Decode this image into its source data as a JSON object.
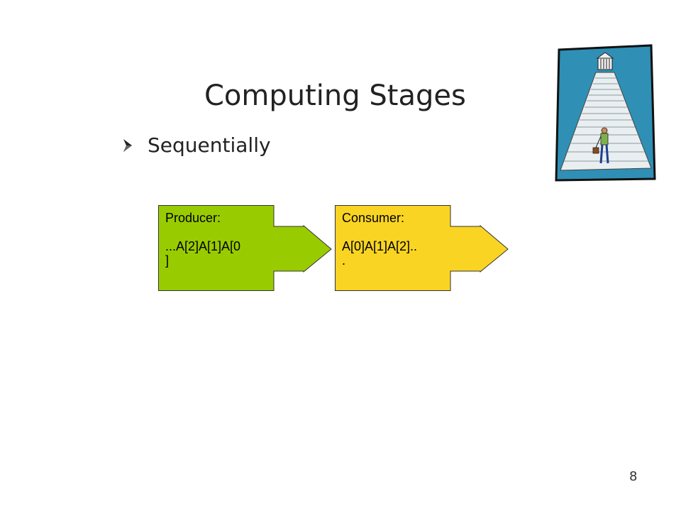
{
  "slide": {
    "title": "Computing Stages",
    "bullet": "Sequentially",
    "page_number": "8"
  },
  "producer": {
    "label": "Producer:",
    "value_line1": "...A[2]A[1]A[0",
    "value_line2": "]",
    "color": "#99cc00"
  },
  "consumer": {
    "label": "Consumer:",
    "value_line1": "A[0]A[1]A[2]..",
    "value_line2": ".",
    "color": "#f9d423"
  },
  "illustration": {
    "icon": "staircase-to-temple-icon",
    "sky_color": "#2f8fb5"
  },
  "bullet_icon": "arrow-bullet-icon"
}
